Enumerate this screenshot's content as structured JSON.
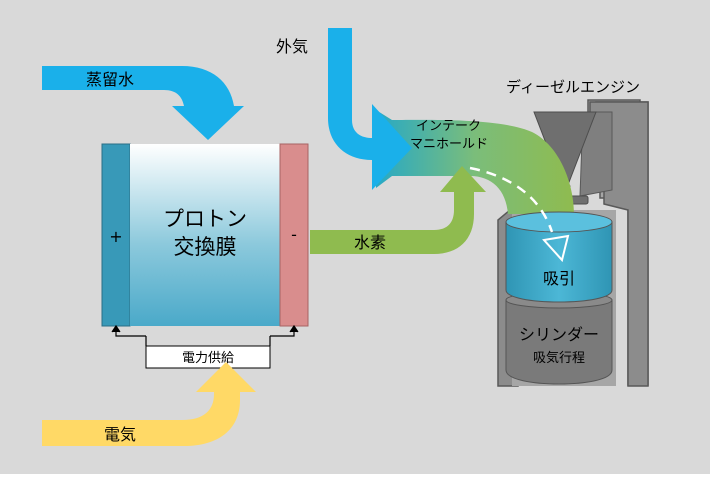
{
  "labels": {
    "outside_air": "外気",
    "distilled_water": "蒸留水",
    "diesel_engine": "ディーゼルエンジン",
    "intake_manifold_line1": "インテーク",
    "intake_manifold_line2": "マニホールド",
    "pem_line1": "プロトン",
    "pem_line2": "交換膜",
    "plus_terminal": "+",
    "minus_terminal": "-",
    "hydrogen": "水素",
    "intake": "吸引",
    "cylinder": "シリンダー",
    "intake_stroke": "吸気行程",
    "power_supply": "電力供給",
    "electricity": "電気"
  },
  "colors": {
    "background": "#d9d9d9",
    "water_arrow": "#1ab0ea",
    "air_arrow": "#1ab0ea",
    "hydrogen_arrow": "#8fbb4f",
    "electric_arrow": "#ffd966",
    "anode": "#3899b8",
    "cathode": "#d98d8d",
    "engine_gray": "#7f7f7f",
    "cylinder_blue": "#3fa9c9"
  }
}
